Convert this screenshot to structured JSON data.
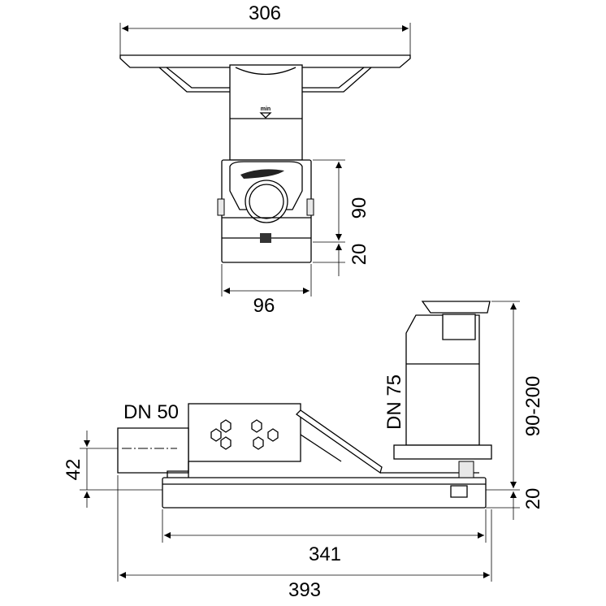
{
  "top_view": {
    "width_label": "306",
    "height_label": "90",
    "base_label": "20",
    "depth_label": "96",
    "marker_label": "min"
  },
  "side_view": {
    "outlet_label": "DN 50",
    "riser_label": "DN 75",
    "outlet_height_label": "42",
    "riser_range_label": "90-200",
    "base_label": "20",
    "plate_length_label": "341",
    "total_length_label": "393"
  }
}
